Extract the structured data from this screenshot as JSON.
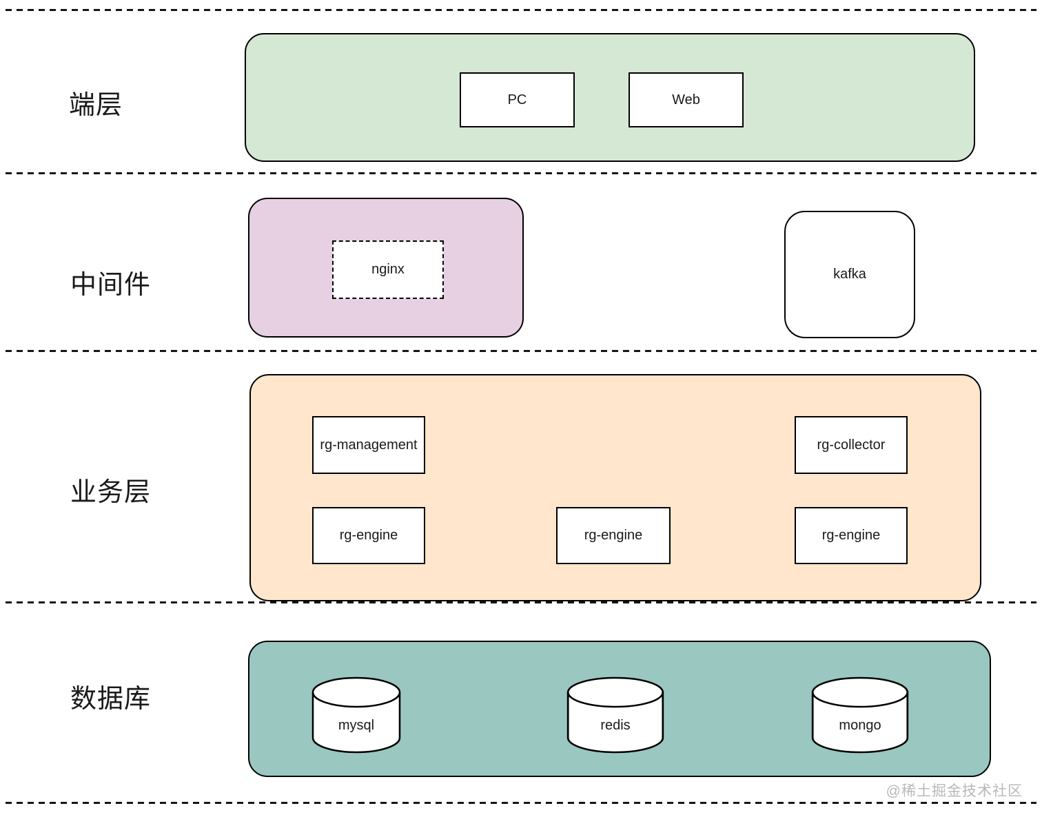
{
  "layers": {
    "client": {
      "label": "端层",
      "nodes": {
        "pc": "PC",
        "web": "Web"
      }
    },
    "middleware": {
      "label": "中间件",
      "nodes": {
        "nginx": "nginx",
        "kafka": "kafka"
      }
    },
    "business": {
      "label": "业务层",
      "nodes": {
        "management": "rg-management",
        "collector": "rg-collector",
        "engine_left": "rg-engine",
        "engine_middle": "rg-engine",
        "engine_right": "rg-engine"
      }
    },
    "database": {
      "label": "数据库",
      "nodes": {
        "mysql": "mysql",
        "redis": "redis",
        "mongo": "mongo"
      }
    }
  },
  "watermark": "@稀土掘金技术社区",
  "colors": {
    "client_band_fill": "#d5e8d4",
    "middleware_band_fill": "#e6d0e2",
    "business_band_fill": "#ffe6cc",
    "database_band_fill": "#9ac7c0",
    "node_fill": "#ffffff",
    "stroke": "#000000",
    "separator": "#161616",
    "watermark_text": "#b8b8b8"
  }
}
